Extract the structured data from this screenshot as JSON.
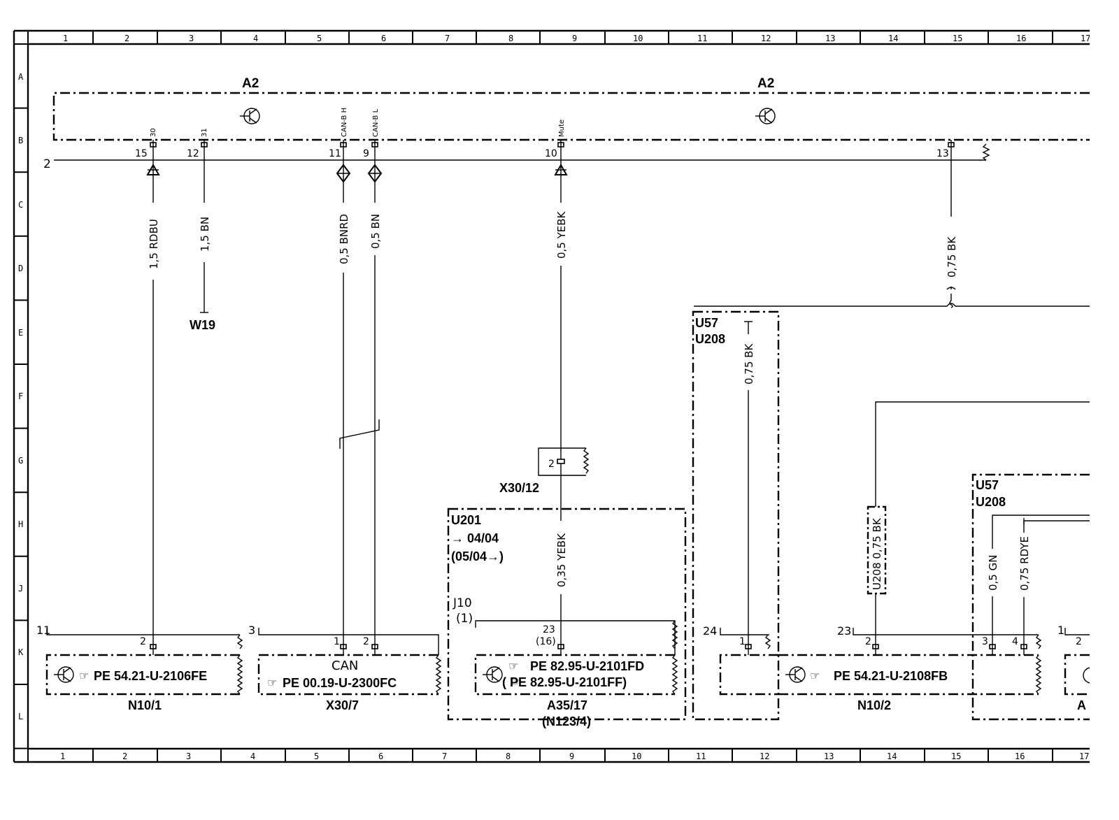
{
  "grid_columns": [
    "1",
    "2",
    "3",
    "4",
    "5",
    "6",
    "7",
    "8",
    "9",
    "10",
    "11",
    "12",
    "13",
    "14",
    "15",
    "16",
    "17"
  ],
  "grid_rows": [
    "A",
    "B",
    "C",
    "D",
    "E",
    "F",
    "G",
    "H",
    "J",
    "K",
    "L"
  ],
  "components": {
    "a2_left": "A2",
    "a2_right": "A2",
    "n10_1": "N10/1",
    "x30_7": "X30/7",
    "a35_17": "A35/17",
    "a35_17_alt": "(N123/4)",
    "n10_2": "N10/2",
    "a_partial": "A",
    "x30_12": "X30/12",
    "w19": "W19"
  },
  "refs": {
    "n10_1": "PE  54.21-U-2106FE",
    "x30_7": "PE  00.19-U-2300FC",
    "a35_17_a": "PE  82.95-U-2101FD",
    "a35_17_b": "(   PE  82.95-U-2101FF)",
    "n10_2": "PE  54.21-U-2108FB",
    "can_label": "CAN"
  },
  "a2_signals": {
    "s30": "30",
    "s31": "31",
    "can_h": "CAN-B H",
    "can_l": "CAN-B L",
    "mute": "Mute"
  },
  "pins": {
    "bus_start": "2",
    "p15": "15",
    "p12": "12",
    "p11": "11",
    "p9": "9",
    "p10": "10",
    "p13": "13",
    "n10_1_frame": "11",
    "n10_1_pin": "2",
    "x30_7_frame": "3",
    "x30_7_p1": "1",
    "x30_7_p2": "2",
    "x30_12_pin": "2",
    "a35_pin": "23",
    "a35_pin_alt": "(16)",
    "j10": "J10",
    "j10_alt": "(1)",
    "e24": "24",
    "e24_pin": "1",
    "n10_2_frame": "23",
    "n10_2_pin": "2",
    "r_p3": "3",
    "r_p4": "4",
    "r_frame": "1",
    "r_pin": "2"
  },
  "wires": {
    "w30": "1,5  RDBU",
    "w31": "1,5  BN",
    "can_h": "0,5  BNRD",
    "can_l": "0,5  BN",
    "mute": "0,5  YEBK",
    "mute2": "0,35  YEBK",
    "bk13": "0,75  BK",
    "bk_e": "0,75  BK",
    "u208": "U208  0,75  BK",
    "gn": "0,5  GN",
    "rdye": "0,75  RDYE"
  },
  "variants": {
    "u201": "U201",
    "u201_date1": "→ 04/04",
    "u201_date2": "(05/04→)",
    "u57_a": "U57",
    "u208_a": "U208",
    "u57_b": "U57",
    "u208_b": "U208"
  }
}
